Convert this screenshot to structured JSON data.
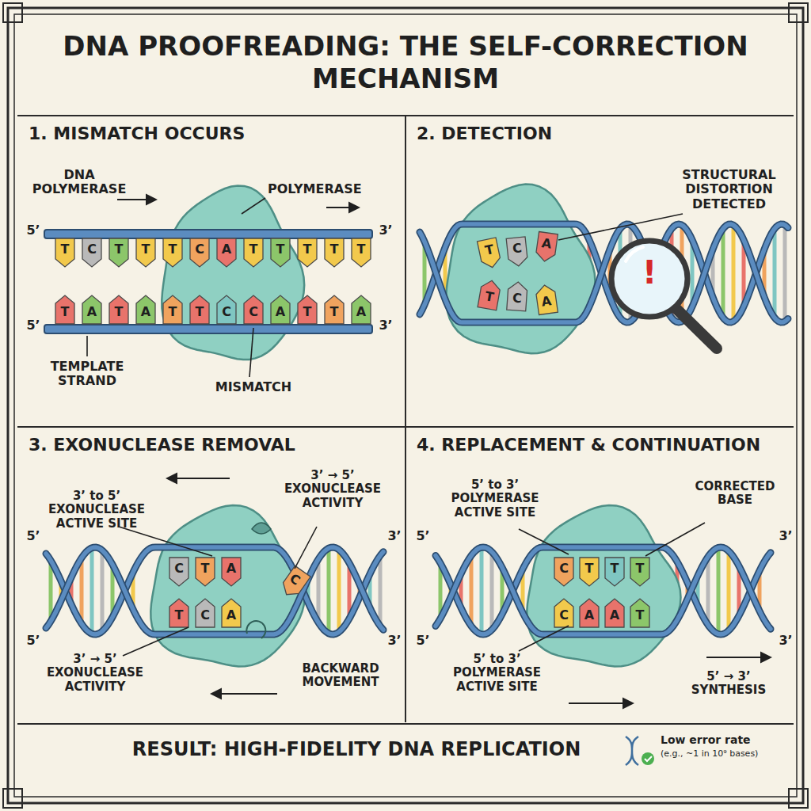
{
  "diagram": {
    "title": "DNA PROOFREADING: THE SELF-CORRECTION MECHANISM",
    "nodes": [
      {
        "text": [
          "1. MISMATCH OCCURS"
        ]
      },
      {
        "text": [
          "2. DETECTION"
        ]
      },
      {
        "text": [
          "3. EXONUCLEASE REMOVAL"
        ]
      },
      {
        "text": [
          "4. REPLACEMENT & CONTINUATION"
        ]
      }
    ],
    "labels": [
      "DNA POLYMERASE",
      "POLYMERASE",
      "5’",
      "3’",
      "5’",
      "3’",
      "TEMPLATE STRAND",
      "MISMATCH",
      "T",
      "C",
      "T",
      "T",
      "T",
      "C",
      "A",
      "T",
      "T",
      "T",
      "T",
      "T",
      "T",
      "A",
      "T",
      "A",
      "T",
      "T",
      "C",
      "C",
      "A",
      "T",
      "T",
      "A",
      "STRUCTURAL DISTORTION DETECTED",
      "T",
      "C",
      "A",
      "T",
      "C",
      "A",
      "!",
      "3’ to 5’ EXONUCLEASE ACTIVE SITE",
      "3’ → 5’ EXONUCLEASE ACTIVITY",
      "5’",
      "3’",
      "5’",
      "3’",
      "C",
      "T",
      "A",
      "T",
      "C",
      "A",
      "C",
      "3’ → 5’ EXONUCLEASE ACTIVITY",
      "BACKWARD MOVEMENT",
      "5’ to 3’ POLYMERASE ACTIVE SITE",
      "CORRECTED BASE",
      "5’",
      "3’",
      "5’",
      "3’",
      "C",
      "T",
      "T",
      "T",
      "C",
      "A",
      "A",
      "T",
      "5’ to 3’ POLYMERASE ACTIVE SITE",
      "5’ → 3’ SYNTHESIS",
      "RESULT: HIGH-FIDELITY DNA REPLICATION",
      "Low error rate",
      "(e.g., ~1 in 10⁹ bases)"
    ]
  }
}
